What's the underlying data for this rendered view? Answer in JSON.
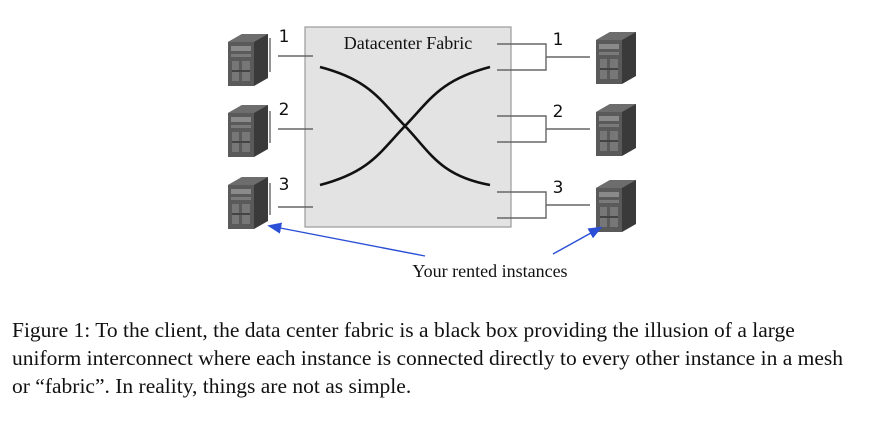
{
  "diagram": {
    "fabric_label": "Datacenter Fabric",
    "left_labels": [
      "1",
      "2",
      "3"
    ],
    "right_labels": [
      "1",
      "2",
      "3"
    ],
    "instances_label": "Your rented instances",
    "colors": {
      "box_fill": "#e3e3e3",
      "box_stroke": "#9a9a9a",
      "arrow": "#2a4fd6",
      "server": "#555555"
    }
  },
  "caption": {
    "text": "Figure 1: To the client, the data center fabric is a black box providing the illusion of a large uniform interconnect where each instance is connected directly to every other instance in a mesh or “fabric”. In reality, things are not as simple."
  }
}
